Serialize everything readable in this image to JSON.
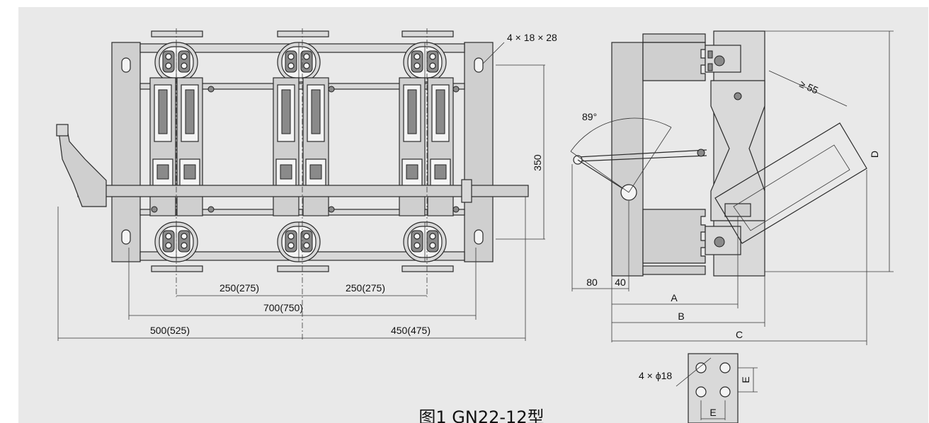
{
  "front_view": {
    "hole_note": "4 × 18 × 28",
    "height_350": "350",
    "pitch_left": "250(275)",
    "pitch_right": "250(275)",
    "mount_span": "700(750)",
    "left_overall": "500(525)",
    "right_overall": "450(475)"
  },
  "side_view": {
    "angle": "89°",
    "clearance": "≥ 55",
    "dim_80": "80",
    "dim_40": "40",
    "dim_a": "A",
    "dim_b": "B",
    "dim_c": "C",
    "dim_d": "D"
  },
  "detail": {
    "holes_note": "4 × ϕ18",
    "dim_e_vertical": "E",
    "dim_e_horizontal": "E"
  },
  "caption": "图1 GN22-12型",
  "colors": {
    "background": "#e9e9e9",
    "part_fill": "#cfcfcf",
    "line": "#2a2a2a"
  }
}
